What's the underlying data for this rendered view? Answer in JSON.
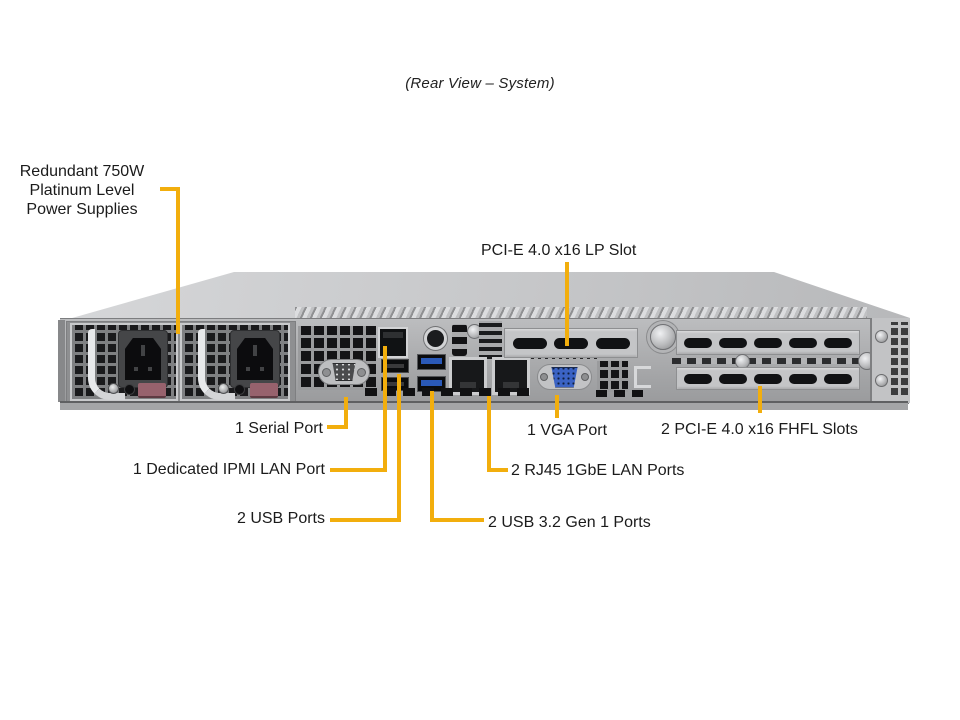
{
  "title": "(Rear View – System)",
  "colors": {
    "callout_line": "#F2AE0D",
    "label_text": "#1b1b1b",
    "chassis_light": "#d6d7d9",
    "chassis_mid": "#b3b4b6",
    "chassis_dark": "#9a9b9d",
    "usb3_blue": "#2a59b8",
    "vga_blue": "#3b63c4",
    "psu_latch_mauve": "#97626d"
  },
  "callouts": {
    "psu": {
      "lines": [
        "Redundant 750W",
        "Platinum Level",
        "Power Supplies"
      ]
    },
    "lp_slot": {
      "label": "PCI-E 4.0 x16 LP Slot"
    },
    "serial": {
      "label": "1 Serial Port"
    },
    "ipmi": {
      "label": "1 Dedicated IPMI LAN Port"
    },
    "usb2": {
      "label": "2 USB Ports"
    },
    "vga": {
      "label": "1 VGA Port"
    },
    "fhfl": {
      "label": "2 PCI-E 4.0 x16 FHFL Slots"
    },
    "rj45": {
      "label": "2 RJ45 1GbE LAN Ports"
    },
    "usb32": {
      "label": "2 USB 3.2 Gen 1 Ports"
    }
  }
}
